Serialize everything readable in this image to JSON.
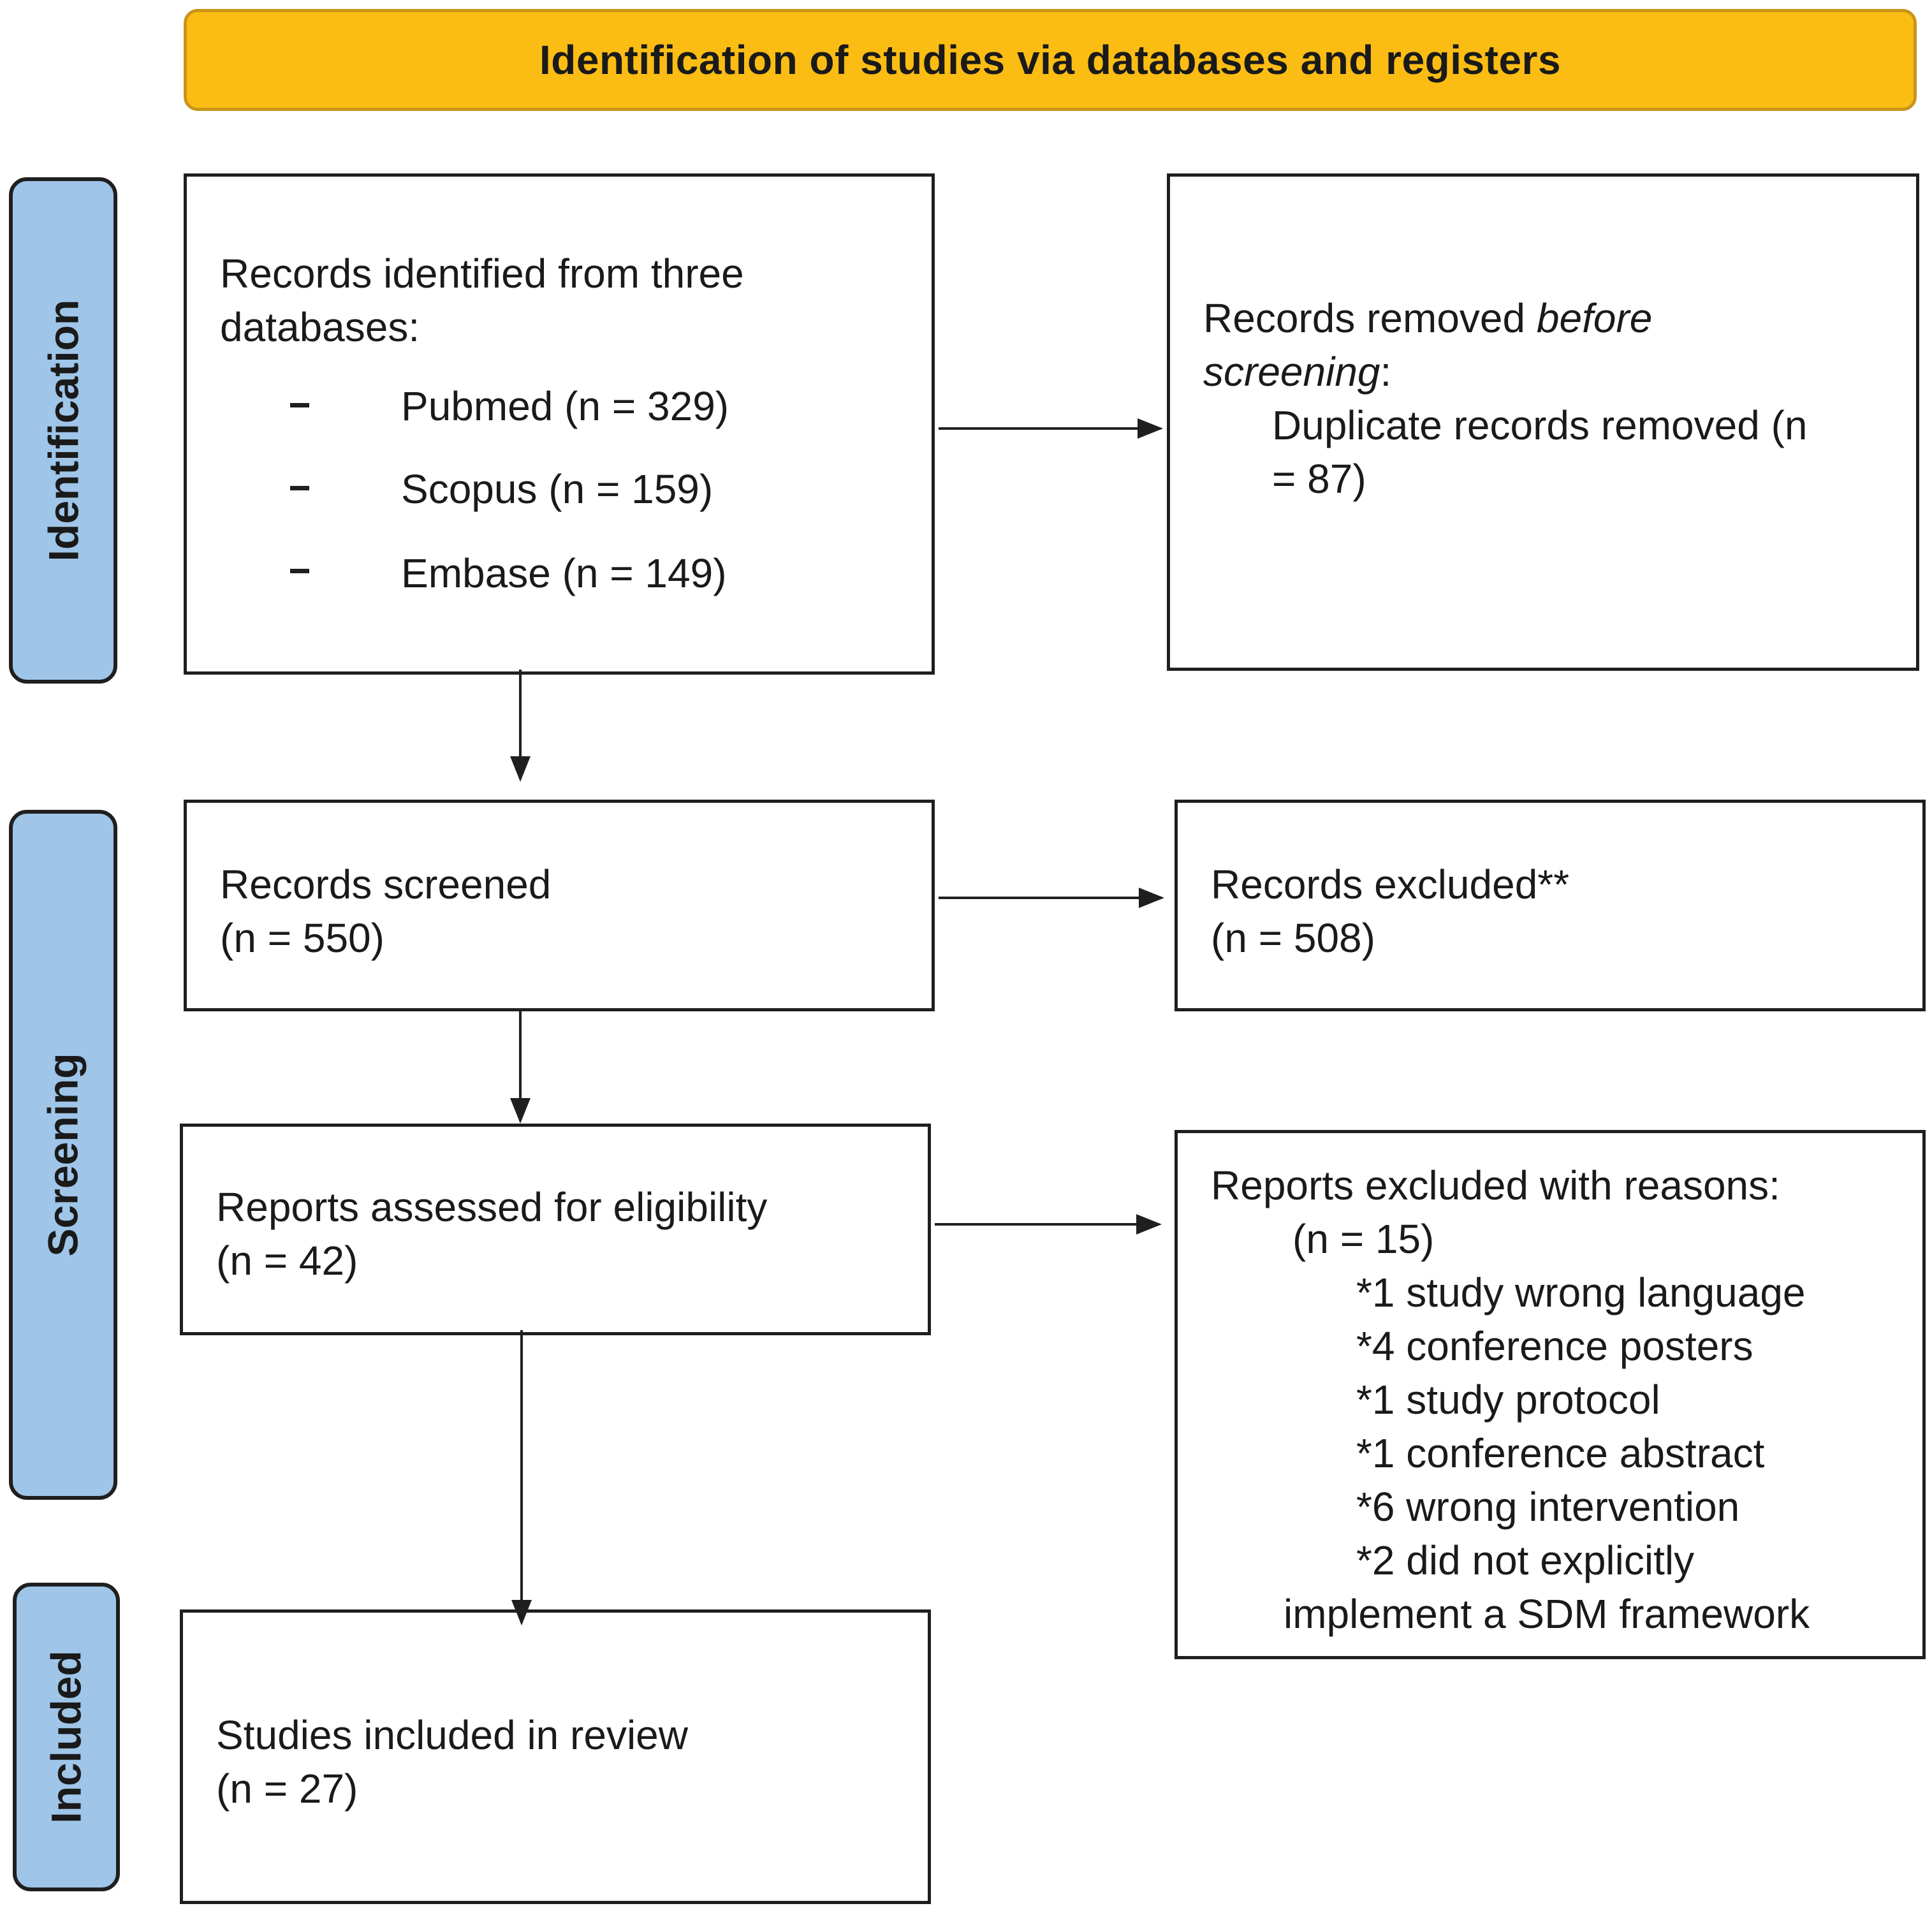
{
  "header": {
    "title": "Identification of studies via databases and registers"
  },
  "phases": {
    "identification": "Identification",
    "screening": "Screening",
    "included": "Included"
  },
  "records_identified": {
    "heading_line1": "Records identified from three",
    "heading_line2": "databases:",
    "sources": [
      {
        "label": "Pubmed (n = 329)"
      },
      {
        "label": "Scopus (n = 159)"
      },
      {
        "label": "Embase (n = 149)"
      }
    ]
  },
  "records_removed": {
    "line1_normal": "Records removed ",
    "line1_italic": "before",
    "line2_italic": "screening",
    "line2_normal": ":",
    "line3": "Duplicate records removed  (n",
    "line4": "= 87)"
  },
  "records_screened": {
    "label": "Records screened",
    "count": "(n = 550)"
  },
  "records_excluded": {
    "label": "Records excluded**",
    "count": "(n = 508)"
  },
  "reports_assessed": {
    "label": "Reports assessed for eligibility",
    "count": "(n = 42)"
  },
  "reports_excluded": {
    "label": "Reports excluded with reasons:",
    "count": "(n = 15)",
    "reasons": [
      "*1 study wrong language",
      "*4 conference posters",
      "*1 study protocol",
      "*1 conference abstract",
      "*6 wrong intervention",
      "*2 did not explicitly"
    ],
    "reason_continuation": "implement a SDM framework"
  },
  "studies_included": {
    "label": "Studies included in review",
    "count": "(n = 27)"
  }
}
